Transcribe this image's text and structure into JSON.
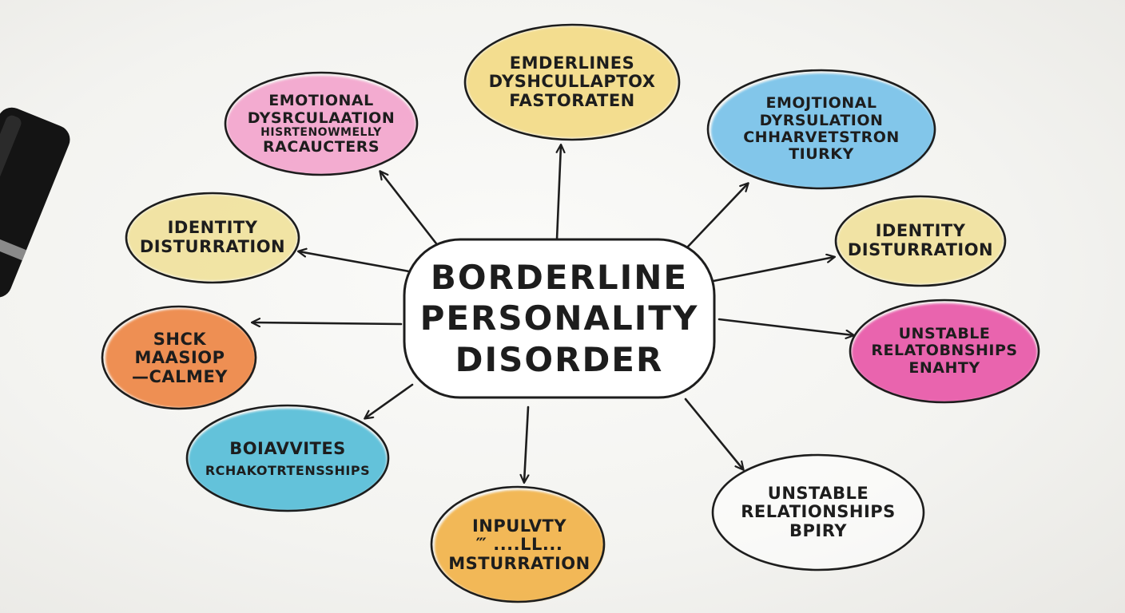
{
  "center": {
    "lines": [
      "BORDERLINE",
      "PERSONALITY",
      "DISORDER"
    ]
  },
  "nodes": {
    "top": {
      "color": "#f3dc8a",
      "lines": [
        "EMDERLINES",
        "DYSHCULLAPTOX",
        "FASTORATEN"
      ]
    },
    "top_left": {
      "color": "#f3a8cf",
      "lines": [
        "EMOTIONAL",
        "DYSRCULAATION",
        "HISRTENOWMELLY",
        "RACAUCTERS"
      ]
    },
    "top_right": {
      "color": "#7cc4ea",
      "lines": [
        "EMOJTIONAL",
        "DYRSULATION",
        "CHHARVETSTRON",
        "TIURKY"
      ]
    },
    "left_upper": {
      "color": "#f1e3a0",
      "lines": [
        "IDENTITY",
        "DISTURRATION"
      ]
    },
    "right_upper": {
      "color": "#f1e3a0",
      "lines": [
        "IDENTITY",
        "DISTURRATION"
      ]
    },
    "left_middle": {
      "color": "#ee8a4c",
      "lines": [
        "SHCK",
        "MAASIOP",
        "—CALMEY"
      ]
    },
    "right_middle": {
      "color": "#e95dab",
      "lines": [
        "UNSTABLE",
        "RELATOBNSHIPS",
        "ENAHTY"
      ]
    },
    "bottom_left": {
      "color": "#5cc0d9",
      "lines": [
        "BOIAVVITES",
        "RCHAKOTRTENSSHIPS"
      ]
    },
    "bottom": {
      "color": "#f2b54f",
      "lines": [
        "INPULVTY",
        "‴ ....LL...",
        "MSTURRATION"
      ]
    },
    "bottom_right": {
      "color": "#ffffff",
      "lines": [
        "UNSTABLE",
        "RELATIONSHIPS",
        "BPIRY"
      ]
    }
  }
}
